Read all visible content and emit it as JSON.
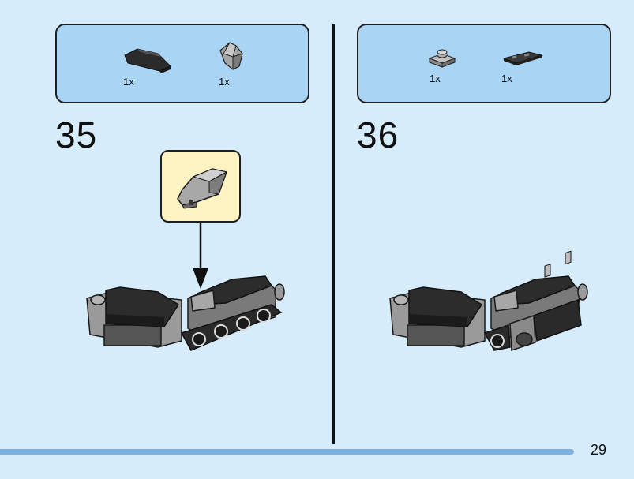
{
  "steps": [
    {
      "number": "35",
      "parts": [
        {
          "qty": "1x",
          "icon": "curved-slope-black-icon"
        },
        {
          "qty": "1x",
          "icon": "wedge-grey-icon"
        }
      ],
      "callout_icon": "wedge-grey-icon"
    },
    {
      "number": "36",
      "parts": [
        {
          "qty": "1x",
          "icon": "plate-1x1-grey-icon"
        },
        {
          "qty": "1x",
          "icon": "tile-black-icon"
        }
      ]
    }
  ],
  "page_number": "29",
  "colors": {
    "background": "#d6ecfa",
    "parts_box": "#a9d4f3",
    "callout": "#fdf3c2",
    "bottom_bar": "#7fb2e0"
  }
}
